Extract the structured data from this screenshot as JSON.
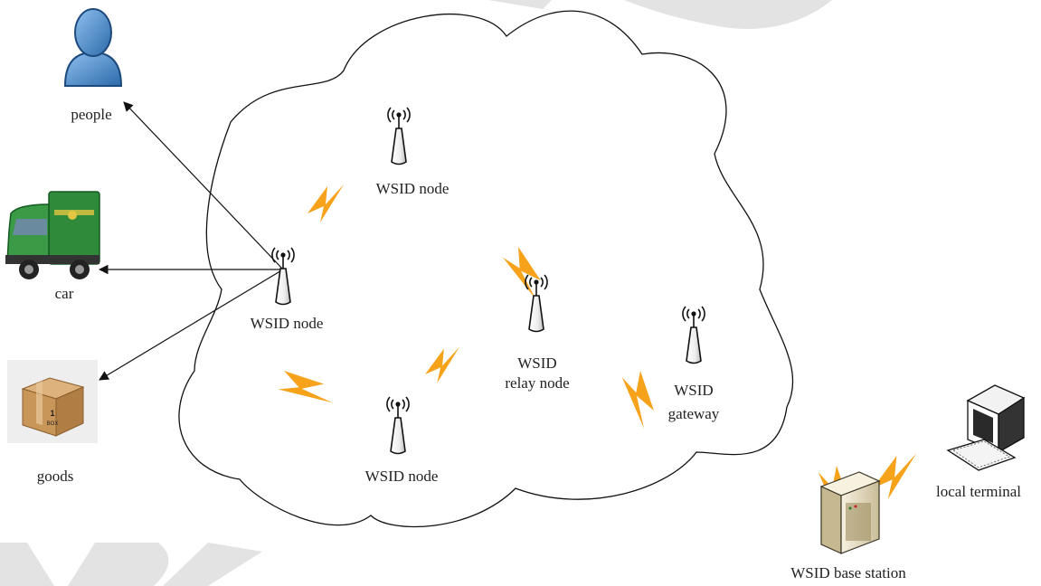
{
  "colors": {
    "lightning": "#f7a21b",
    "watermark": "#d9d9d9",
    "person": "#4a86c5",
    "truck": "#2f8a3a",
    "box": "#c9965a",
    "tower": "#f2f2f2",
    "server": "#efe7d2",
    "outline": "#111111"
  },
  "entities": {
    "people": "people",
    "car": "car",
    "goods": "goods",
    "box_text": "1\nBOX"
  },
  "nodes": {
    "node_left": "WSID node",
    "node_top": "WSID node",
    "node_bottom": "WSID node",
    "relay_line1": "WSID",
    "relay_line2": "relay node",
    "gateway_line1": "WSID",
    "gateway_line2": "gateway"
  },
  "infrastructure": {
    "base_station": "WSID base station",
    "local_terminal": "local terminal"
  },
  "icons": [
    "person-icon",
    "truck-icon",
    "box-icon",
    "antenna-icon",
    "lightning-icon",
    "server-icon",
    "computer-icon"
  ]
}
